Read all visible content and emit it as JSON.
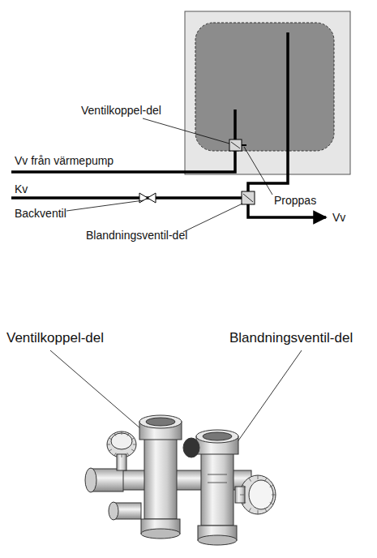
{
  "diagram": {
    "labels": [
      "Ventilkoppel-del",
      "Vv från värmepump",
      "Proppas",
      "Kv",
      "Backventil",
      "Blandningsventil-del",
      "Vv",
      "Ventilkoppel-del",
      "Blandningsventil-del"
    ]
  }
}
